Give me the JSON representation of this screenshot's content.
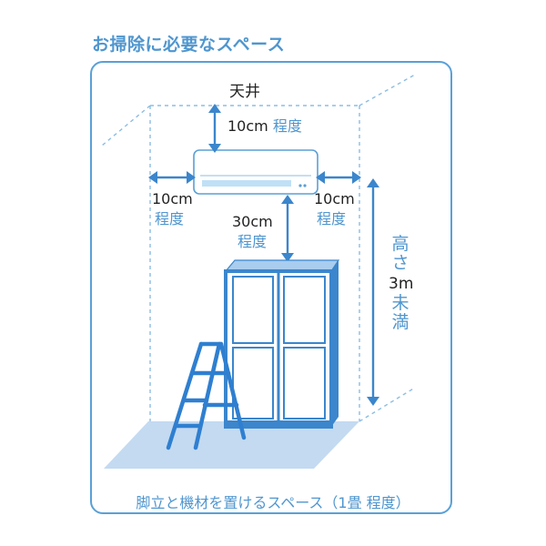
{
  "title": "お掃除に必要なスペース",
  "ceiling_label": "天井",
  "top_clearance": {
    "value": "10cm",
    "suffix": "程度"
  },
  "left_clearance": {
    "value": "10cm",
    "suffix": "程度"
  },
  "right_clearance": {
    "value": "10cm",
    "suffix": "程度"
  },
  "below_clearance": {
    "value": "30cm",
    "suffix": "程度"
  },
  "height_limit": {
    "line1": "高",
    "line2": "さ",
    "value": "3m",
    "line3": "未",
    "line4": "満"
  },
  "footer": "脚立と機材を置けるスペース（1畳 程度）",
  "colors": {
    "accent": "#4f96cf",
    "cabinet": "#3b86cc",
    "floor": "#b9d4ee",
    "text": "#222222"
  },
  "icons": [
    "air-conditioner",
    "cabinet",
    "stepladder",
    "dimension-arrow"
  ]
}
